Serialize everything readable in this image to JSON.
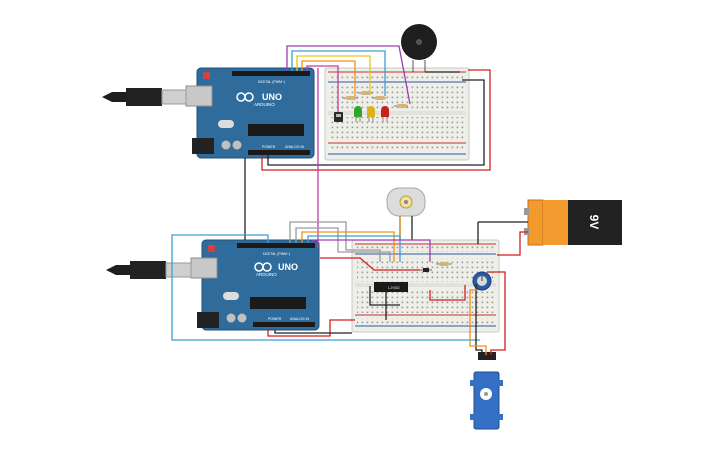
{
  "boards": {
    "top": {
      "brand": "ARDUINO",
      "model": "UNO",
      "digital_label": "DIGITAL (PWM~)",
      "power_label": "POWER",
      "analog_label": "ANALOG IN"
    },
    "bottom": {
      "brand": "ARDUINO",
      "model": "UNO",
      "digital_label": "DIGITAL (PWM~)",
      "power_label": "POWER",
      "analog_label": "ANALOG IN"
    }
  },
  "battery": {
    "label": "9V"
  },
  "driver_chip": {
    "label": "L293D"
  },
  "colors": {
    "board": "#2f6c9c",
    "board_dark": "#1f4f77",
    "breadboard": "#efefea",
    "rail_red": "#c9302c",
    "rail_blue": "#2b5aa8",
    "wire_black": "#222222",
    "wire_red": "#d11f1f",
    "wire_purple": "#9b3fb0",
    "wire_orange": "#f0901a",
    "wire_yellow": "#e6c619",
    "wire_blue": "#3c9fd6",
    "wire_grey": "#9a9a9a",
    "wire_magenta": "#c23da4",
    "led_green": "#2fa52f",
    "led_yellow": "#d9b319",
    "led_red": "#c42121",
    "servo": "#3570c4",
    "battery_top": "#f39a2f",
    "battery_body": "#222222"
  },
  "icons": [
    "usb-plug-icon",
    "buzzer-icon",
    "dc-motor-icon",
    "servo-icon",
    "potentiometer-icon",
    "battery-icon"
  ]
}
